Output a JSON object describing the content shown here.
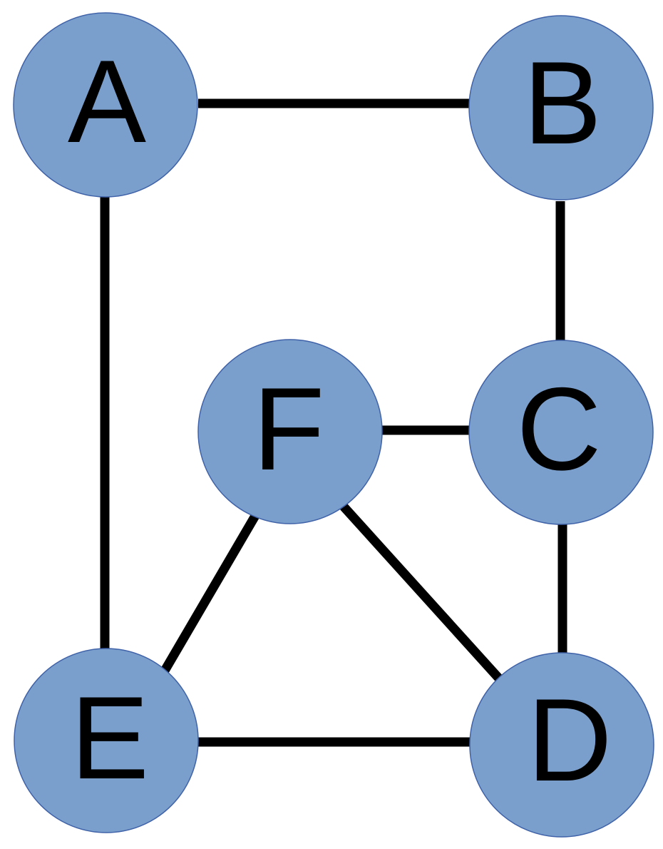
{
  "graph": {
    "nodes": [
      {
        "id": "A",
        "label": "A"
      },
      {
        "id": "B",
        "label": "B"
      },
      {
        "id": "C",
        "label": "C"
      },
      {
        "id": "D",
        "label": "D"
      },
      {
        "id": "E",
        "label": "E"
      },
      {
        "id": "F",
        "label": "F"
      }
    ],
    "edges": [
      {
        "from": "A",
        "to": "B"
      },
      {
        "from": "A",
        "to": "E"
      },
      {
        "from": "B",
        "to": "C"
      },
      {
        "from": "F",
        "to": "C"
      },
      {
        "from": "C",
        "to": "D"
      },
      {
        "from": "F",
        "to": "E"
      },
      {
        "from": "F",
        "to": "D"
      },
      {
        "from": "E",
        "to": "D"
      }
    ],
    "colors": {
      "node_fill": "#7b9fcc",
      "node_stroke": "#3f62a8",
      "edge": "#000000",
      "label": "#000000"
    }
  }
}
